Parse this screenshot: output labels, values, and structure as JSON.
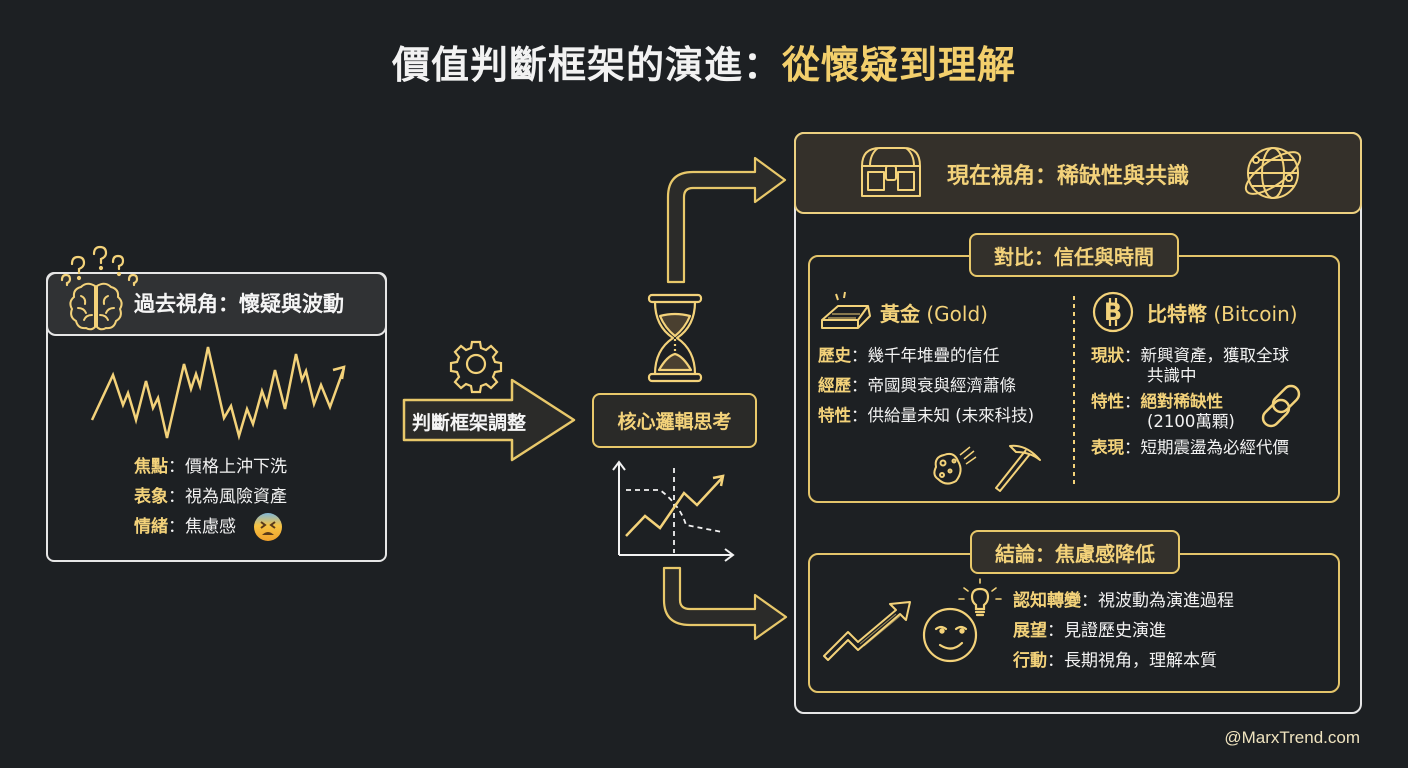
{
  "title": {
    "main": "價值判斷框架的演進：",
    "highlight": "從懷疑到理解"
  },
  "past_panel": {
    "icons": [
      "brain-icon",
      "question-mark-icon"
    ],
    "header": "過去視角：懷疑與波動",
    "chart_icon": "volatile-zigzag-arrow-icon",
    "items": [
      {
        "key": "焦點",
        "value": "：價格上沖下洗"
      },
      {
        "key": "表象",
        "value": "：視為風險資產"
      },
      {
        "key": "情緒",
        "value": "：焦慮感",
        "emoji": "😫"
      }
    ]
  },
  "transition": {
    "gear_icon": "gear-icon",
    "arrow_label": "判斷框架調整",
    "hourglass_icon": "hourglass-icon",
    "core_label": "核心邏輯思考",
    "chart_icon": "trend-crossover-chart-icon"
  },
  "present_panel": {
    "header": "現在視角：稀缺性與共識",
    "icons": [
      "treasure-chest-icon",
      "globe-network-icon"
    ],
    "comparison": {
      "pill": "對比：信任與時間",
      "gold": {
        "icon": "gold-bar-icon",
        "title_cn": "黃金",
        "title_en": " (Gold)",
        "items": [
          {
            "key": "歷史",
            "value": "：幾千年堆疊的信任"
          },
          {
            "key": "經歷",
            "value": "：帝國興衰與經濟蕭條"
          },
          {
            "key": "特性",
            "value": "：供給量未知 (未來科技)"
          }
        ],
        "extra_icons": [
          "asteroid-icon",
          "pickaxe-icon"
        ]
      },
      "bitcoin": {
        "icon": "bitcoin-icon",
        "title_cn": "比特幣",
        "title_en": " (Bitcoin)",
        "items": [
          {
            "key": "現狀",
            "value": "：新興資產，獲取全球",
            "cont": "共識中"
          },
          {
            "key": "特性",
            "value": "：",
            "highlight": "絕對稀缺性",
            "cont": "(2100萬顆)"
          },
          {
            "key": "表現",
            "value": "：短期震盪為必經代價"
          }
        ],
        "extra_icons": [
          "chain-link-icon"
        ]
      }
    },
    "conclusion": {
      "pill": "結論：焦慮感降低",
      "icons": [
        "rising-arrow-icon",
        "smiling-face-lightbulb-icon"
      ],
      "items": [
        {
          "key": "認知轉變",
          "value": "：視波動為演進過程"
        },
        {
          "key": "展望",
          "value": "：見證歷史演進"
        },
        {
          "key": "行動",
          "value": "：長期視角，理解本質"
        }
      ]
    }
  },
  "watermark": "@MarxTrend.com",
  "colors": {
    "background": "#1d2023",
    "gold": "#f3d27a",
    "white": "#f2f2f2",
    "panel_fill": "#303234"
  }
}
